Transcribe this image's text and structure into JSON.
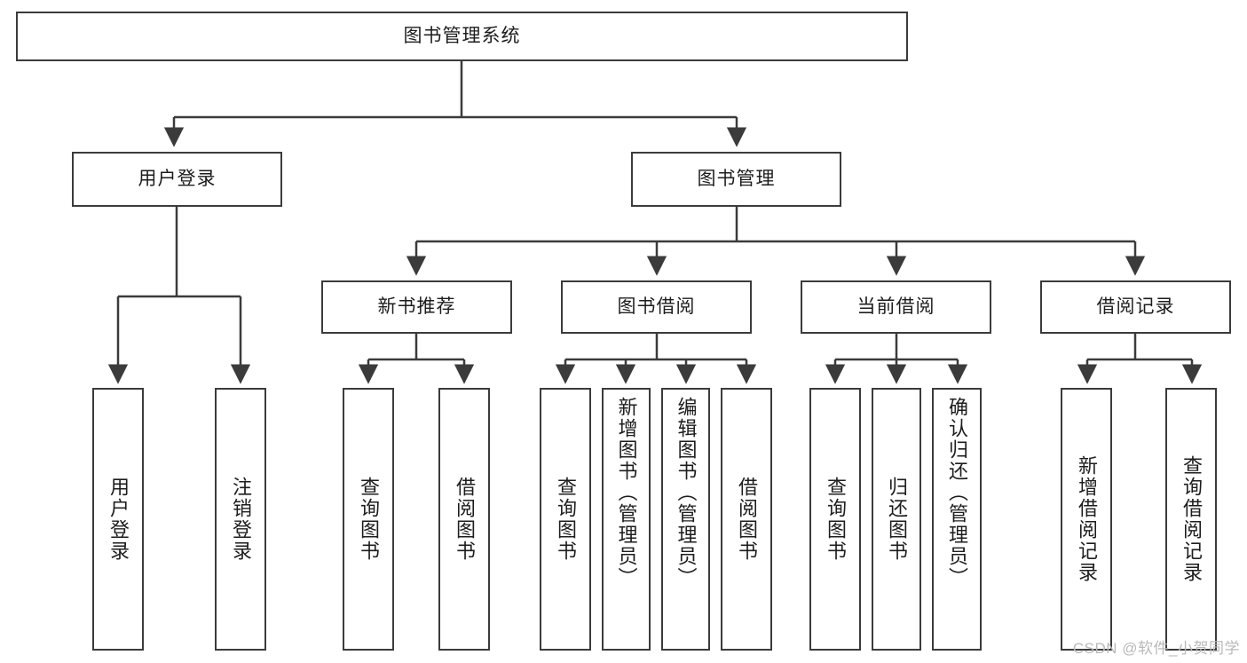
{
  "diagram": {
    "title": "图书管理系统",
    "root": {
      "label": "图书管理系统",
      "orientation": "horizontal"
    },
    "level2": [
      {
        "label": "用户登录",
        "orientation": "horizontal"
      },
      {
        "label": "图书管理",
        "orientation": "horizontal"
      }
    ],
    "level3": [
      {
        "label": "新书推荐",
        "orientation": "horizontal"
      },
      {
        "label": "图书借阅",
        "orientation": "horizontal"
      },
      {
        "label": "当前借阅",
        "orientation": "horizontal"
      },
      {
        "label": "借阅记录",
        "orientation": "horizontal"
      }
    ],
    "leaves_user_login": [
      {
        "label": "用户登录",
        "orientation": "vertical"
      },
      {
        "label": "注销登录",
        "orientation": "vertical"
      }
    ],
    "leaves_new_book": [
      {
        "label": "查询图书",
        "orientation": "vertical"
      },
      {
        "label": "借阅图书",
        "orientation": "vertical"
      }
    ],
    "leaves_book_borrow": [
      {
        "label": "查询图书",
        "orientation": "vertical"
      },
      {
        "label": "新增图书（管理员）",
        "orientation": "vertical"
      },
      {
        "label": "编辑图书（管理员）",
        "orientation": "vertical"
      },
      {
        "label": "借阅图书",
        "orientation": "vertical"
      }
    ],
    "leaves_current_borrow": [
      {
        "label": "查询图书",
        "orientation": "vertical"
      },
      {
        "label": "归还图书",
        "orientation": "vertical"
      },
      {
        "label": "确认归还（管理员）",
        "orientation": "vertical"
      }
    ],
    "leaves_borrow_record": [
      {
        "label": "新增借阅记录",
        "orientation": "vertical"
      },
      {
        "label": "查询借阅记录",
        "orientation": "vertical"
      }
    ],
    "watermark": "CSDN @软件_小贺同学",
    "colors": {
      "stroke": "#3b3b3b",
      "text": "#1d1d1d",
      "background": "#ffffff",
      "watermark": "#b9b9b9"
    }
  }
}
